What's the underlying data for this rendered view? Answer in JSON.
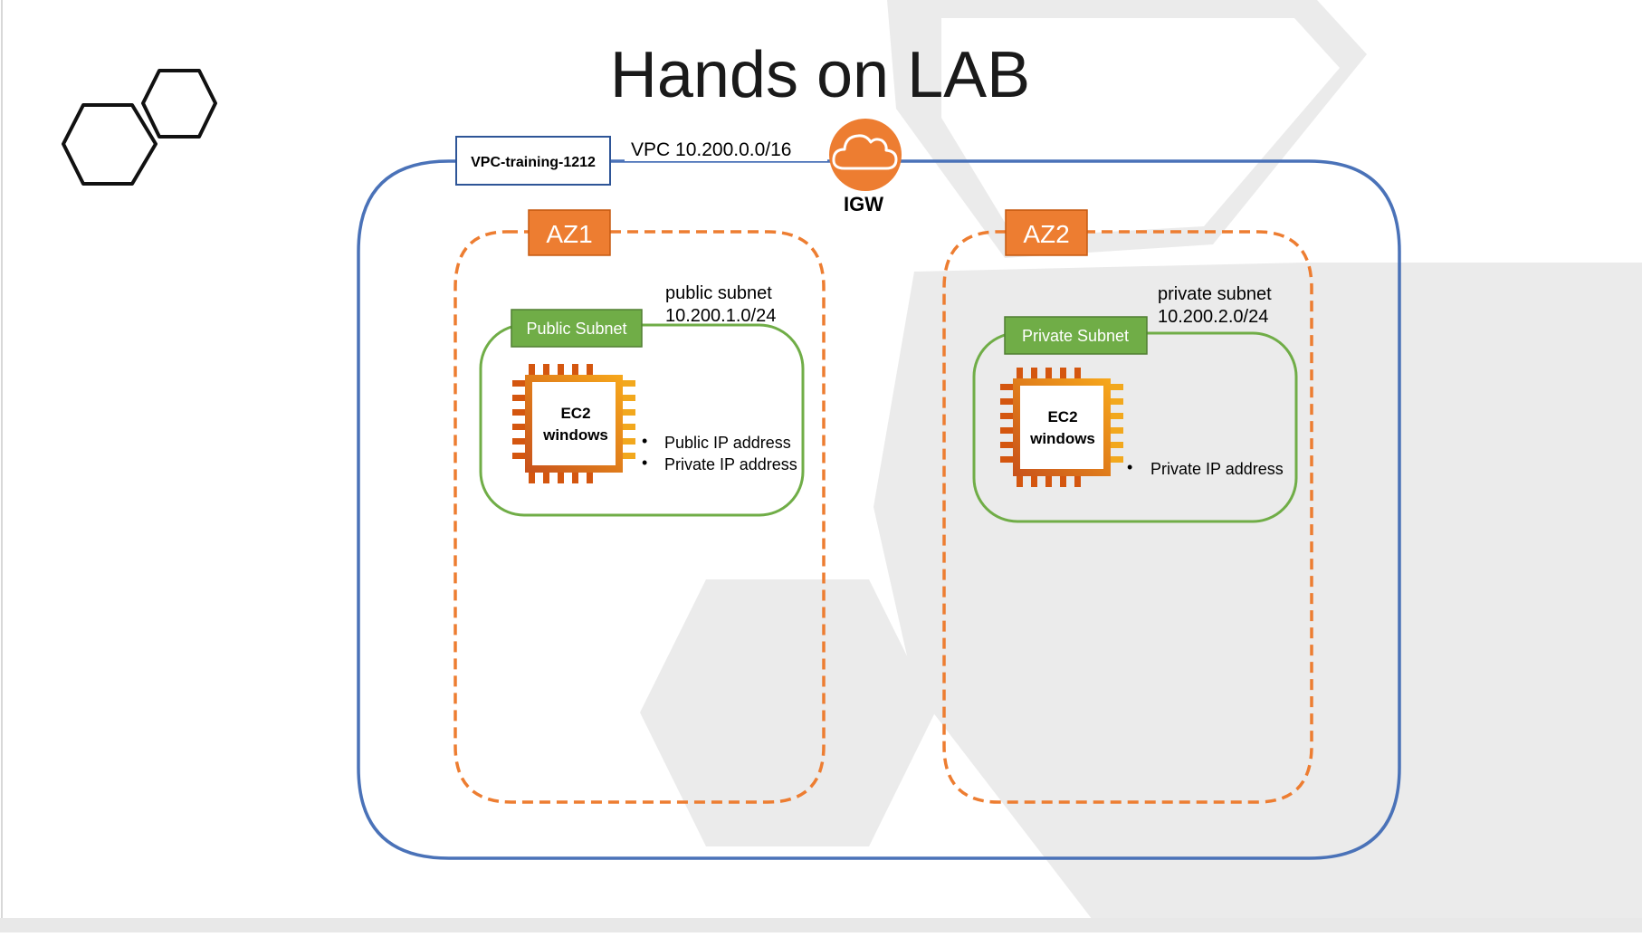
{
  "slide": {
    "title": "Hands on LAB"
  },
  "vpc": {
    "name_label": "VPC-training-1212",
    "cidr_label": "VPC 10.200.0.0/16"
  },
  "igw": {
    "label": "IGW",
    "icon": "cloud-icon",
    "color": "#ED7D31"
  },
  "az1": {
    "label": "AZ1",
    "subnet_tag": "Public Subnet",
    "subnet_name": "public subnet",
    "subnet_cidr": "10.200.1.0/24",
    "ec2_line1": "EC2",
    "ec2_line2": "windows",
    "bullets": [
      "Public IP address",
      "Private IP address"
    ]
  },
  "az2": {
    "label": "AZ2",
    "subnet_tag": "Private Subnet",
    "subnet_name": "private subnet",
    "subnet_cidr": "10.200.2.0/24",
    "ec2_line1": "EC2",
    "ec2_line2": "windows",
    "bullets": [
      "Private IP address"
    ]
  },
  "colors": {
    "vpc_border": "#4A72B8",
    "az_orange": "#ED7D31",
    "subnet_green": "#70AD47",
    "chip_dark": "#D4560F",
    "chip_light": "#F2A81D",
    "bg_hexagon": "#EBEBEB"
  }
}
